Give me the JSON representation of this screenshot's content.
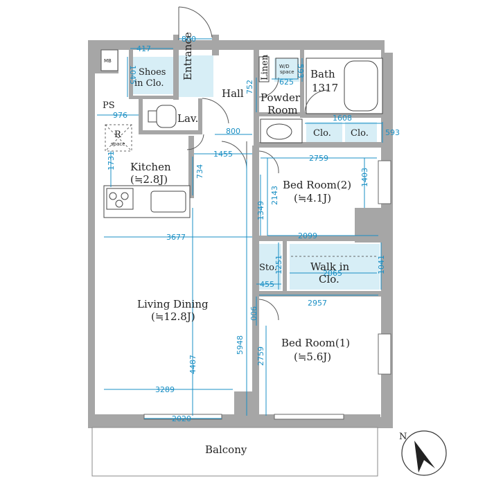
{
  "rooms": {
    "mb": "MB",
    "shoes": [
      "Shoes",
      "in Clo."
    ],
    "entrance": "Entrance",
    "ps": "PS",
    "lav": "Lav.",
    "r": "R",
    "r_space": "space",
    "hall": "Hall",
    "linen": "Linen",
    "wd": "W/D",
    "wd_space": "space",
    "powder": [
      "Powder",
      "Room"
    ],
    "bath": [
      "Bath",
      "1317"
    ],
    "clo1": "Clo.",
    "clo2": "Clo.",
    "kitchen": [
      "Kitchen",
      "(≒2.8J)"
    ],
    "bed2": [
      "Bed Room(2)",
      "(≒4.1J)"
    ],
    "sto": "Sto.",
    "walkin": [
      "Walk in",
      "Clo."
    ],
    "living": [
      "Living Dining",
      "(≒12.8J)"
    ],
    "bed1": [
      "Bed Room(1)",
      "(≒5.6J)"
    ],
    "balcony": "Balcony"
  },
  "dimensions": {
    "d800_top": "800",
    "d417": "417",
    "d1045": "1045",
    "d976": "976",
    "d752": "752",
    "d625": "625",
    "d593_small": "593",
    "d593": "593",
    "d1608": "1608",
    "d800": "800",
    "d1455": "1455",
    "d2759_top": "2759",
    "d1731": "1731",
    "d734": "734",
    "d1403": "1403",
    "d2143": "2143",
    "d1349": "1349",
    "d2099": "2099",
    "d3677": "3677",
    "d1251": "1251",
    "d2065": "2065",
    "d1041": "1041",
    "d455": "455",
    "d900": "900",
    "d2957": "2957",
    "d5948": "5948",
    "d4487": "4487",
    "d2759_side": "2759",
    "d3289": "3289",
    "d2020": "2020"
  },
  "compass": {
    "north": "N"
  },
  "colors": {
    "wall": "#a6a6a6",
    "dimension": "#1a8fc4",
    "tile": "#d7eef6"
  }
}
